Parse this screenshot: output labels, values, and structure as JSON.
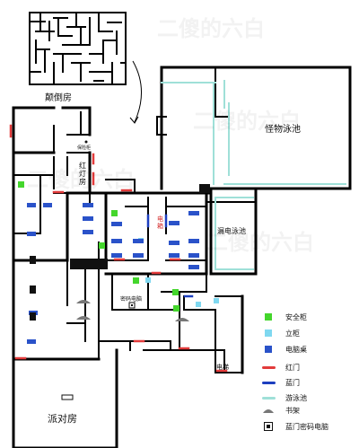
{
  "labels": {
    "upside_down_room": "颠倒房",
    "red_light_room": "红\n灯\n房",
    "safe_cabinet": "保险柜",
    "monster_pool": "怪物泳池",
    "leaky_pool": "漏电泳池",
    "electric_box": "电\n箱",
    "password_pc": "密码电脑",
    "elevator": "电梯",
    "party_room": "派对房"
  },
  "watermark_text": "二傻的六白",
  "legend": [
    {
      "label": "安全柜",
      "kind": "square",
      "color": "#44d62c"
    },
    {
      "label": "立柜",
      "kind": "square",
      "color": "#7fd8f0"
    },
    {
      "label": "电脑桌",
      "kind": "square",
      "color": "#2a52c9"
    },
    {
      "label": "红门",
      "kind": "line",
      "color": "#e23b3b"
    },
    {
      "label": "蓝门",
      "kind": "line",
      "color": "#1d3fbf"
    },
    {
      "label": "游泳池",
      "kind": "line",
      "color": "#9fe0d8"
    },
    {
      "label": "书架",
      "kind": "bookshelf",
      "color": "#888888"
    },
    {
      "label": "蓝门密码电脑",
      "kind": "pc",
      "color": "#111111"
    }
  ],
  "colors": {
    "wall": "#000000",
    "safe": "#44d62c",
    "cabinet": "#7fd8f0",
    "desk": "#2a52c9",
    "red_door": "#e23b3b",
    "blue_door": "#1d3fbf",
    "pool_edge": "#9fe0d8"
  }
}
